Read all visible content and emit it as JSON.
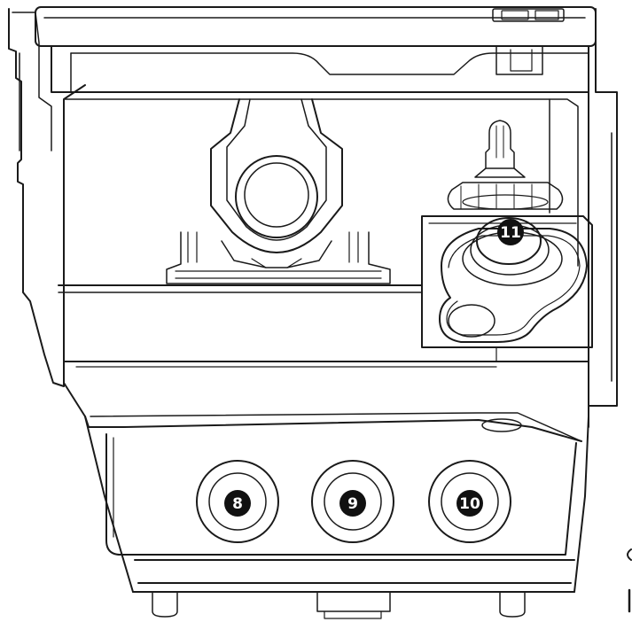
{
  "callouts": {
    "c8": "8",
    "c9": "9",
    "c10": "10",
    "c11": "11"
  },
  "colors": {
    "line": "#1a1a1a",
    "badge": "#111111",
    "background": "#ffffff"
  }
}
